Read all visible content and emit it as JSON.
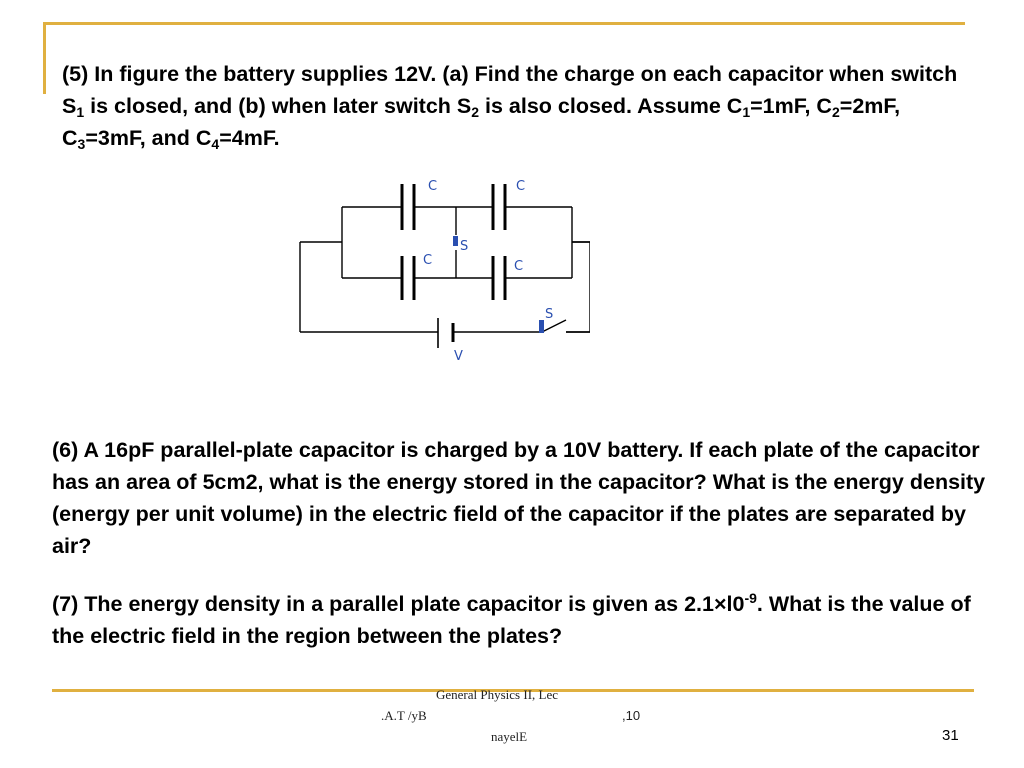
{
  "problem5": {
    "t1": "(5) In figure the battery supplies 12V.  (a) Find the charge on each capacitor when switch S",
    "s1": "1",
    "t2": " is closed, and (b) when later switch S",
    "s2": "2",
    "t3": " is also closed.  Assume C",
    "s3": "1",
    "t4": "=1mF, C",
    "s4": "2",
    "t5": "=2mF, C",
    "s5": "3",
    "t6": "=3mF, and C",
    "s6": "4",
    "t7": "=4mF."
  },
  "circuit": {
    "label_c_top_left": "C",
    "label_c_top_right": "C",
    "label_c_bottom_left": "C",
    "label_c_bottom_right": "C",
    "label_s2": "S",
    "label_s1": "S",
    "label_v": "V",
    "wire_color": "#000000",
    "label_color": "#2a4fb0"
  },
  "problem6": {
    "text": "(6) A 16pF parallel-plate capacitor is charged by a 10V battery.  If each plate of the capacitor has an area of 5cm2, what is the energy stored in the capacitor?  What is the energy density (energy per unit volume) in the electric field of the capacitor if the plates are separated by air?"
  },
  "problem7": {
    "t1": "(7) The energy density in a parallel plate capacitor is given as 2.1×l0",
    "sup": "-9",
    "t2": ".  What is the value of the electric field in the region between the plates?"
  },
  "footer": {
    "line1": "General Physics II, Lec",
    "line2": ".A.T /yB",
    "line3": ",10",
    "line4": "nayelE",
    "page_number": "31"
  },
  "colors": {
    "accent": "#e0b040"
  }
}
